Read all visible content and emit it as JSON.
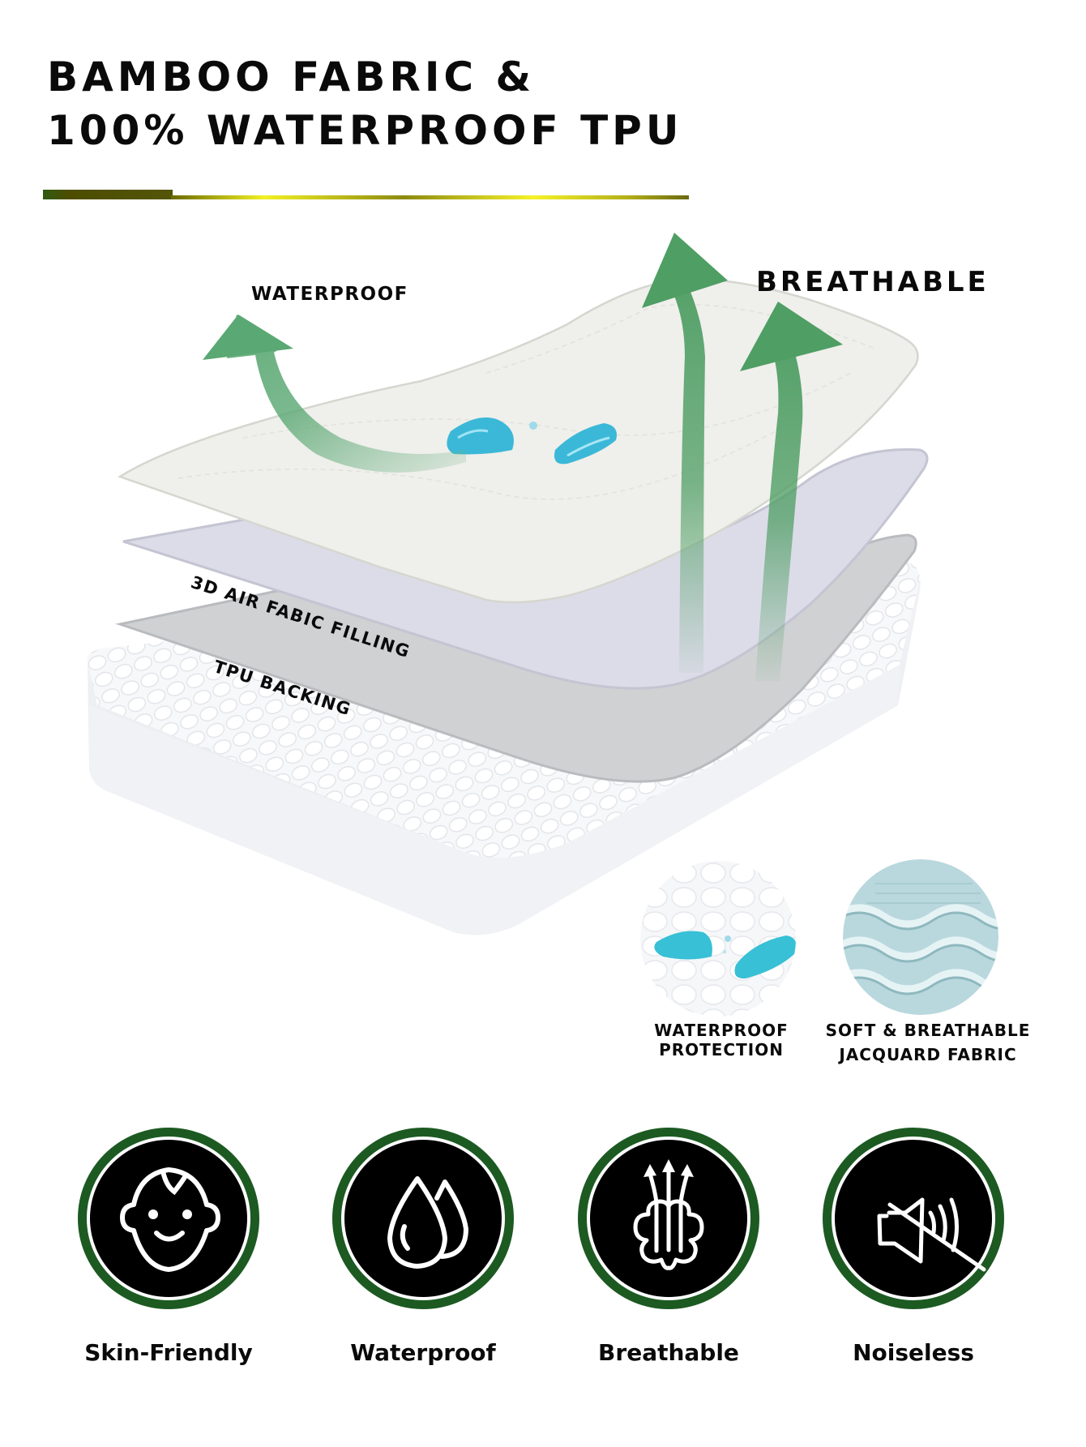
{
  "header": {
    "title_line1": "BAMBOO FABRIC &",
    "title_line2": "100% WATERPROOF TPU",
    "rule_colors": {
      "thick": "#4d4d00",
      "thin_highlight": "#f3f024"
    }
  },
  "illustration": {
    "labels": {
      "waterproof": "WATERPROOF",
      "breathable": "BREATHABLE",
      "filling": "3D AIR FABIC FILLING",
      "backing": "TPU BACKING"
    },
    "layers": [
      {
        "name": "bamboo-fabric-top-layer",
        "color": "#efefeb"
      },
      {
        "name": "3d-air-fabric-filling-layer",
        "color": "#dcdce8"
      },
      {
        "name": "tpu-backing-layer",
        "color": "#cfd1d3"
      },
      {
        "name": "mattress-base",
        "color": "#f4f5f7"
      }
    ],
    "arrow_color": "#4f9e64",
    "water_drop_color": "#3bb8d8"
  },
  "swatches": [
    {
      "caption_line1": "WATERPROOF",
      "caption_line2": "PROTECTION",
      "icon": "water-drops-on-fabric"
    },
    {
      "caption_line1": "SOFT & BREATHABLE",
      "caption_line2": "JACQUARD FABRIC",
      "icon": "woven-fabric"
    }
  ],
  "features": [
    {
      "label": "Skin-Friendly",
      "icon": "baby-face-icon"
    },
    {
      "label": "Waterproof",
      "icon": "water-drops-icon"
    },
    {
      "label": "Breathable",
      "icon": "breathable-cloud-icon"
    },
    {
      "label": "Noiseless",
      "icon": "speaker-muted-icon"
    }
  ],
  "feature_badge_colors": {
    "ring": "#1c5a22",
    "inner_ring": "#ffffff",
    "fill": "#000000",
    "glyph": "#ffffff"
  }
}
